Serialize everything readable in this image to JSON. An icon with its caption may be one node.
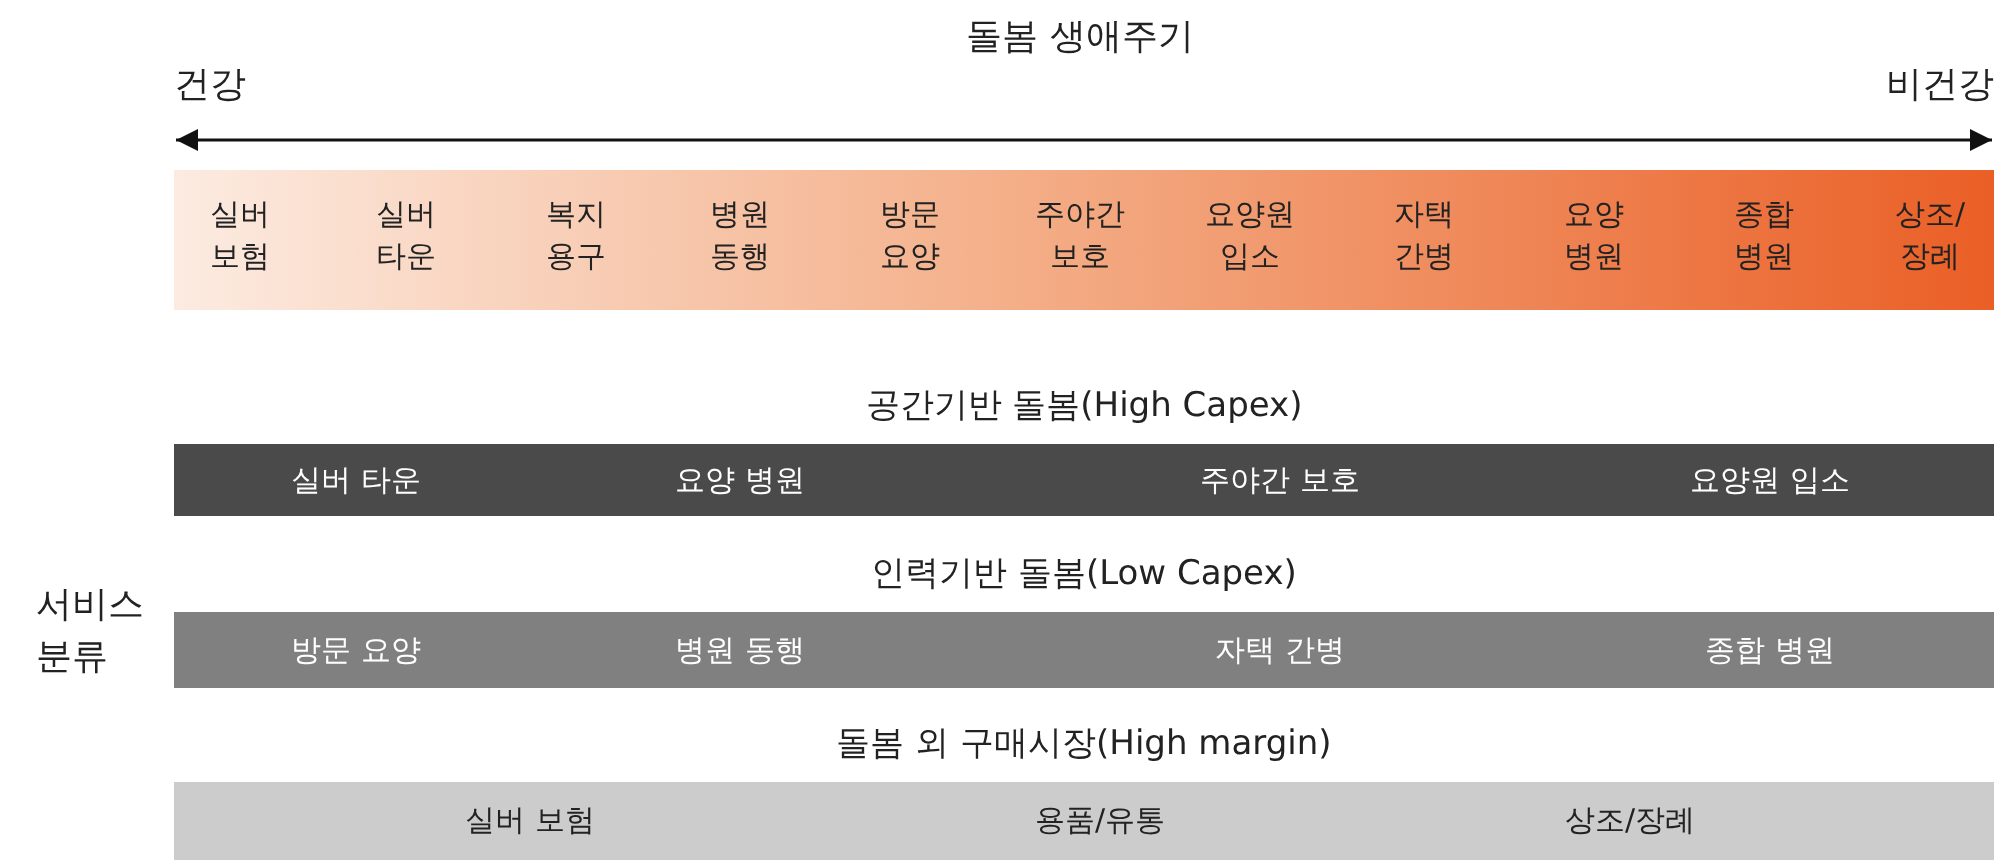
{
  "diagram": {
    "title": "돌봄 생애주기",
    "nodes": [
      {
        "text": [
          "실버 보험",
          "실버 타운",
          "복지 용구",
          "병원 동행",
          "방문 요양",
          "주야간 보호",
          "요양원 입소",
          "자택 간병",
          "요양 병원",
          "종합 병원",
          "상조/ 장례"
        ]
      },
      {
        "text": [
          "공간기반 돌봄(High Capex)",
          "실버 타운",
          "요양 병원",
          "주야간 보호",
          "요양원 입소"
        ]
      },
      {
        "text": [
          "인력기반 돌봄(Low Capex)",
          "방문 요양",
          "병원 동행",
          "자택 간병",
          "종합 병원"
        ]
      },
      {
        "text": [
          "돌봄 외 구매시장(High margin)",
          "실버 보험",
          "용품/유통",
          "상조/장례"
        ]
      }
    ],
    "edges": [],
    "labels": [
      "건강",
      "비건강",
      "서비스 분류"
    ]
  }
}
